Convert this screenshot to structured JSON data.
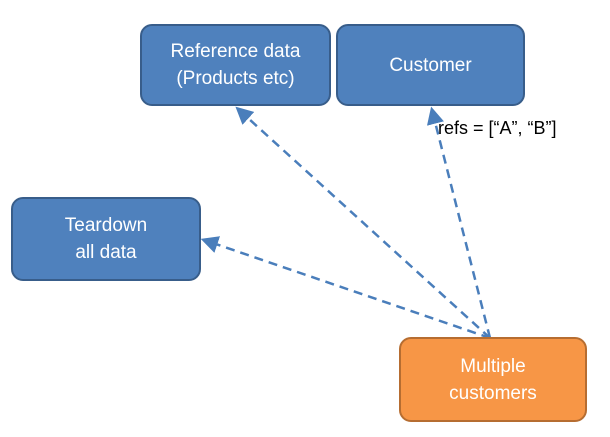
{
  "nodes": {
    "reference_data": {
      "label": "Reference data\n(Products etc)",
      "color": "#4f81bd"
    },
    "customer": {
      "label": "Customer",
      "color": "#4f81bd"
    },
    "teardown": {
      "label": "Teardown\nall data",
      "color": "#4f81bd"
    },
    "multiple_customers": {
      "label": "Multiple\ncustomers",
      "color": "#f79646"
    }
  },
  "edges": [
    {
      "from": "multiple_customers",
      "to": "reference_data",
      "style": "dashed",
      "color": "#4a7ebb"
    },
    {
      "from": "multiple_customers",
      "to": "customer",
      "style": "dashed",
      "color": "#4a7ebb",
      "label": "refs = [“A”, “B”]"
    },
    {
      "from": "multiple_customers",
      "to": "teardown",
      "style": "dashed",
      "color": "#4a7ebb"
    }
  ]
}
